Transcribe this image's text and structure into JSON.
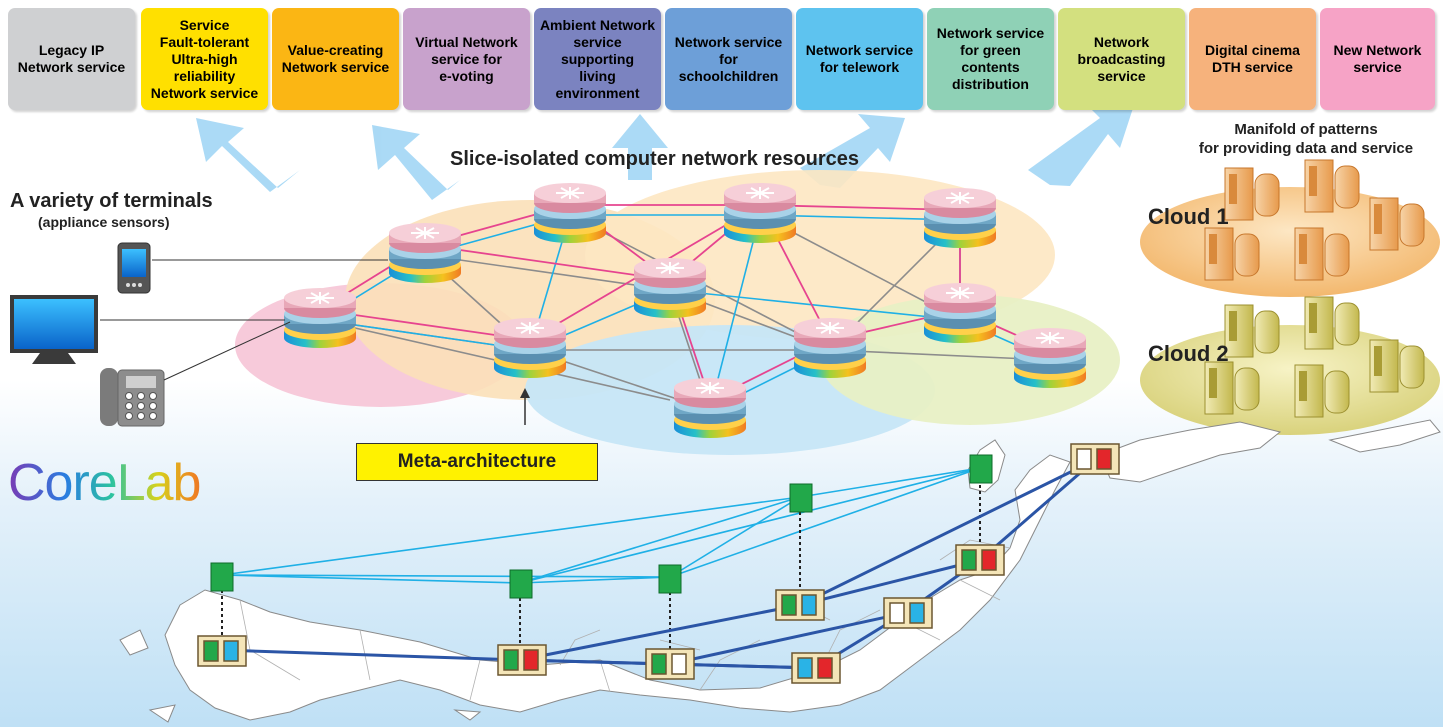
{
  "services": [
    {
      "label": "Legacy IP\nNetwork service",
      "color": "#cfd0d2"
    },
    {
      "label": "Service\nFault-tolerant\nUltra-high\nreliability\nNetwork service",
      "color": "#ffe000"
    },
    {
      "label": "Value-creating\nNetwork service",
      "color": "#fbb614"
    },
    {
      "label": "Virtual Network\nservice for\ne-voting",
      "color": "#c8a2cc"
    },
    {
      "label": "Ambient Network\nservice\nsupporting\nliving\nenvironment",
      "color": "#7b83c0"
    },
    {
      "label": "Network service\nfor\nschoolchildren",
      "color": "#6d9fd8"
    },
    {
      "label": "Network service\nfor telework",
      "color": "#5ec3ef"
    },
    {
      "label": "Network service\nfor green\ncontents\ndistribution",
      "color": "#8fd1b6"
    },
    {
      "label": "Network\nbroadcasting\nservice",
      "color": "#d3e07f"
    },
    {
      "label": "Digital cinema\nDTH service",
      "color": "#f6b27c"
    },
    {
      "label": "New Network\nservice",
      "color": "#f6a3c6"
    }
  ],
  "labels": {
    "slice_title": "Slice-isolated computer network resources",
    "terminals_title": "A variety of terminals",
    "terminals_sub": "(appliance sensors)",
    "manifold_title": "Manifold of patterns\nfor providing data and service",
    "cloud1": "Cloud 1",
    "cloud2": "Cloud 2",
    "meta_architecture": "Meta-architecture",
    "logo": "CoreLab"
  },
  "colors": {
    "pink_link": "#e6448f",
    "cyan_link": "#1fb0e6",
    "gray_link": "#8c8c8c",
    "backbone": "#2b55a6",
    "node_green": "#22a84a",
    "node_cyan": "#2ab3e6",
    "node_red": "#e3262b",
    "cloud1_fill": "#f7c88a",
    "cloud2_fill": "#e6e08f"
  },
  "icons": [
    "arrow-up-icon",
    "router-icon",
    "smartphone-icon",
    "monitor-icon",
    "phone-icon",
    "server-icon",
    "cloud-icon",
    "japan-map-icon"
  ]
}
